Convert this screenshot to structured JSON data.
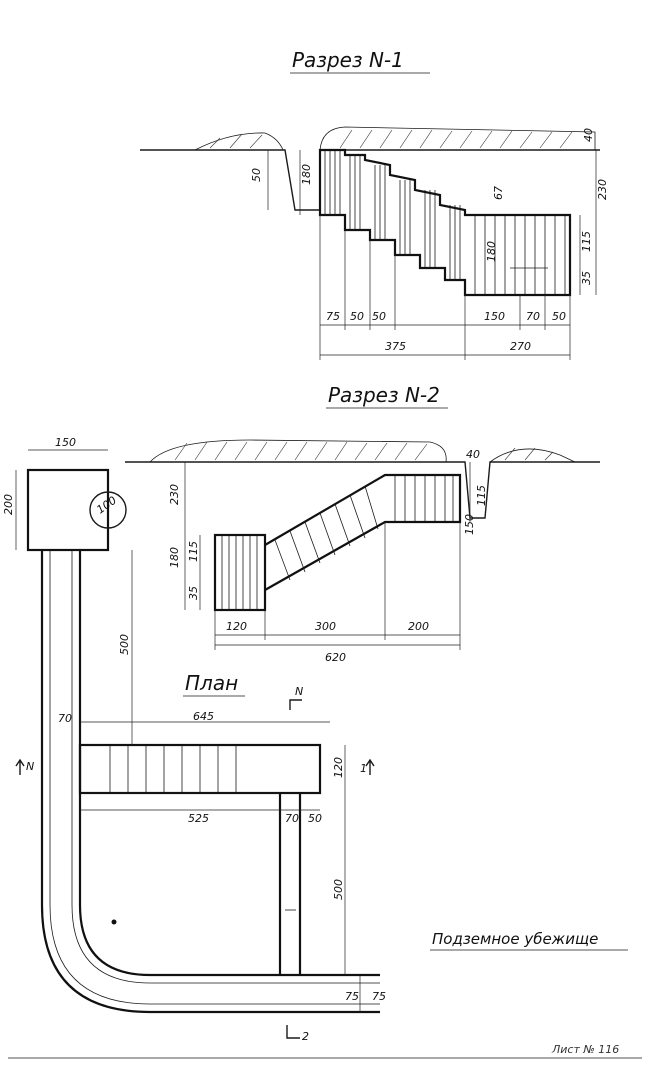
{
  "titles": {
    "section1": "Разрез  N-1",
    "section2": "Разрез  N-2",
    "plan": "План",
    "note": "Подземное убежище",
    "sheet": "Лист № 116"
  },
  "section1": {
    "dims": {
      "d50": "50",
      "d180": "180",
      "d40": "40",
      "d230": "230",
      "d115": "115",
      "d35": "35",
      "d67": "67",
      "d180b": "180",
      "b75": "75",
      "b50a": "50",
      "b50b": "50",
      "b150": "150",
      "b70": "70",
      "b50c": "50",
      "total375": "375",
      "total270": "270"
    }
  },
  "section2": {
    "dims": {
      "d230": "230",
      "d180": "180",
      "d115": "115",
      "d35": "35",
      "d40": "40",
      "d115r": "115",
      "d150r": "150",
      "b120": "120",
      "b300": "300",
      "b200": "200",
      "total620": "620"
    }
  },
  "plan": {
    "dims": {
      "d150": "150",
      "d200": "200",
      "d100": "100",
      "d500": "500",
      "d70": "70",
      "d645": "645",
      "d120": "120",
      "d525": "525",
      "d70b": "70",
      "d50": "50",
      "d500b": "500",
      "d75": "75",
      "d75b": "75"
    },
    "marks": {
      "north_top": "N",
      "north_left": "N",
      "section1_marker": "1",
      "section2_marker": "2"
    }
  }
}
